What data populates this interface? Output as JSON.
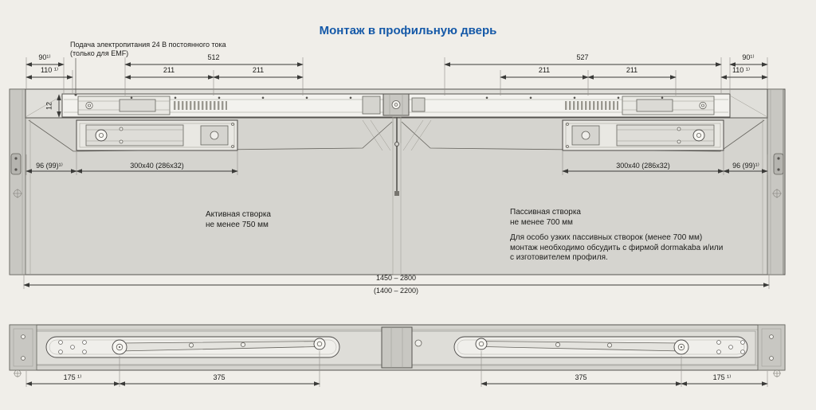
{
  "colors": {
    "background": "#f0eee9",
    "title_blue": "#1559a8",
    "line": "#3a3a38",
    "panel_gray": "#d5d4cf"
  },
  "title": "Монтаж в профильную дверь",
  "power_note": {
    "line1": "Подача электропитания 24 В постоянного тока",
    "line2": "(только для EMF)"
  },
  "dims": {
    "d90": "90¹⁾",
    "d110": "110 ¹⁾",
    "d211": "211",
    "d512": "512",
    "d527": "527",
    "d12": "12",
    "d96": "96 (99)¹⁾",
    "d300": "300x40 (286x32)",
    "overall": "1450 – 2800",
    "overall_alt": "(1400 – 2200)",
    "d175": "175 ¹⁾",
    "d375": "375"
  },
  "leaf_labels": {
    "active_line1": "Активная створка",
    "active_line2": "не менее 750 мм",
    "passive_line1": "Пассивная створка",
    "passive_line2": "не менее 700 мм"
  },
  "note": {
    "line1": "Для особо узких пассивных створок (менее 700 мм)",
    "line2": "монтаж необходимо обсудить с фирмой dormakaba и/или",
    "line3": "с изготовителем профиля."
  }
}
